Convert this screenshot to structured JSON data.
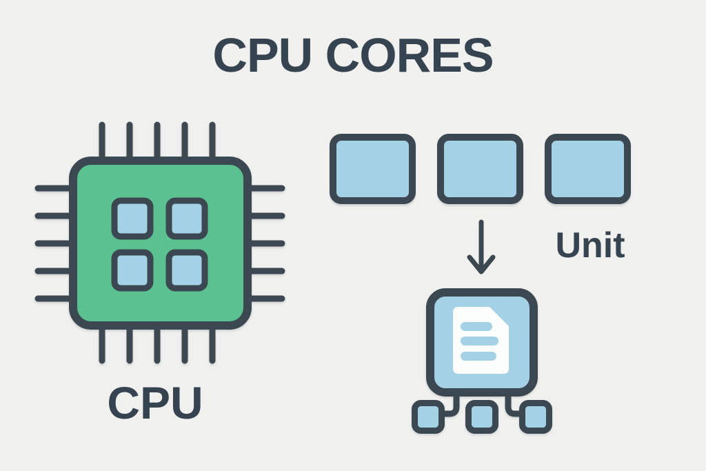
{
  "title": "CPU CORES",
  "cpu": {
    "label": "CPU",
    "icon": "cpu-chip-icon",
    "core_count": 4,
    "pins_per_side": 5
  },
  "units": {
    "label": "Unit",
    "icon": "unit-box",
    "count": 3
  },
  "flow": {
    "arrow_icon": "down-arrow-icon",
    "document_node": {
      "icon": "document-icon",
      "text_line_count": 3,
      "sub_node_count": 3
    }
  },
  "colors": {
    "bg": "#F0F0EE",
    "dark": "#3B4751",
    "text": "#364350",
    "green": "#5BC190",
    "blue": "#A5D1E6",
    "white": "#FCFDFD"
  }
}
